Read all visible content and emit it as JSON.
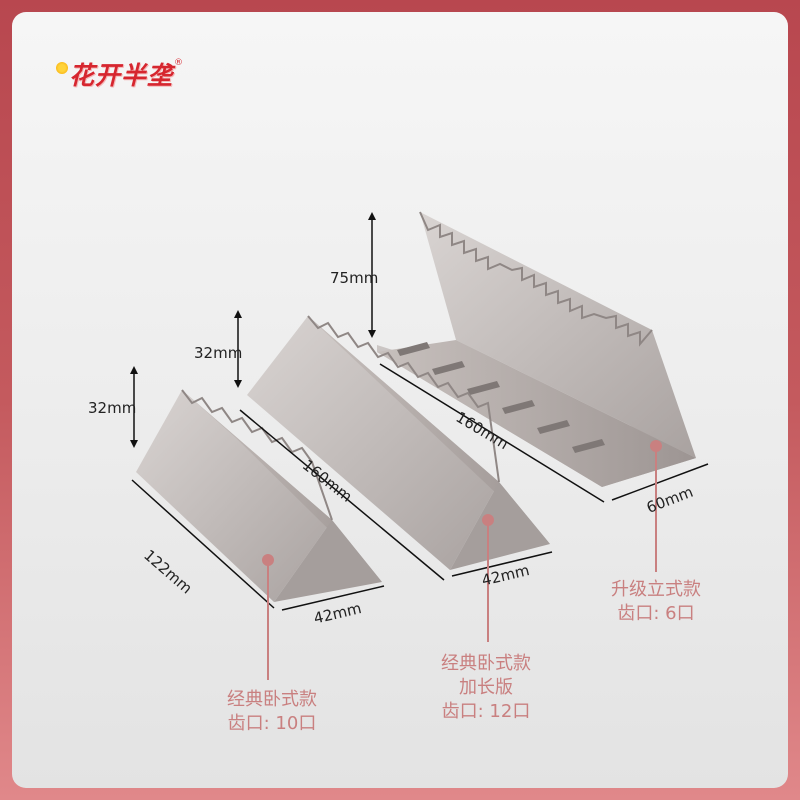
{
  "brand": {
    "name": "花开半垄",
    "registered": "®"
  },
  "dimensions": {
    "small_height": "32mm",
    "small_length": "122mm",
    "small_width": "42mm",
    "long_height": "32mm",
    "long_length": "160mm",
    "long_width": "42mm",
    "upright_height": "75mm",
    "upright_length": "160mm",
    "upright_width": "60mm"
  },
  "captions": {
    "small": {
      "line1": "经典卧式款",
      "line2": "齿口: 10口"
    },
    "long": {
      "line1": "经典卧式款",
      "line2": "加长版",
      "line3": "齿口: 12口"
    },
    "upright": {
      "line1": "升级立式款",
      "line2": "齿口: 6口"
    }
  },
  "colors": {
    "frame": "#c45a5e",
    "brand_red": "#d6262f",
    "caption": "#c98080",
    "metal": "#b9b3b1"
  }
}
